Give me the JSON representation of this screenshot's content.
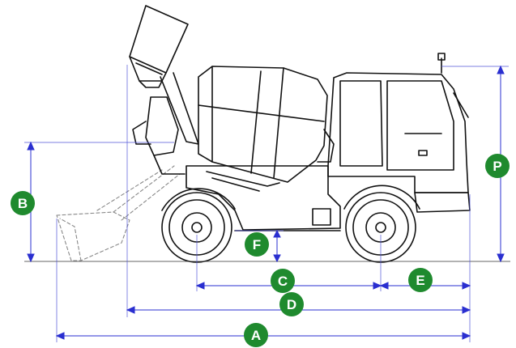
{
  "colors": {
    "badge_fill": "#1f8a2e",
    "dimension_line": "#2a2fd0",
    "drawing_line": "#111111",
    "ghost_line": "#888888"
  },
  "dimensions": {
    "A": "A",
    "B": "B",
    "C": "C",
    "D": "D",
    "E": "E",
    "F": "F",
    "P": "P"
  }
}
